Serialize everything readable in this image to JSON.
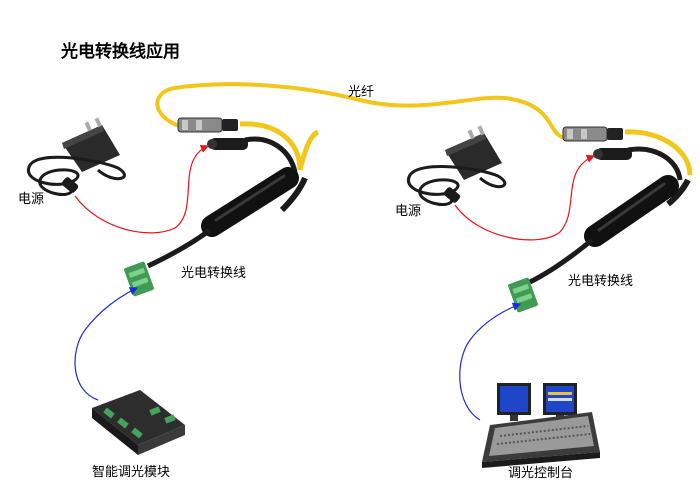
{
  "title": "光电转换线应用",
  "labels": {
    "fiber": "光纤",
    "power_left": "电源",
    "power_right": "电源",
    "converter_left": "光电转换线",
    "converter_right": "光电转换线",
    "dimmer_module": "智能调光模块",
    "console": "调光控制台"
  },
  "colors": {
    "fiber": "#f2c61b",
    "power_wire": "#e8141c",
    "data_wire": "#1a2cd6",
    "cable_black": "#1b1b1b",
    "connector_green": "#3f9b52",
    "monitor_screen": "#1f45c9"
  }
}
